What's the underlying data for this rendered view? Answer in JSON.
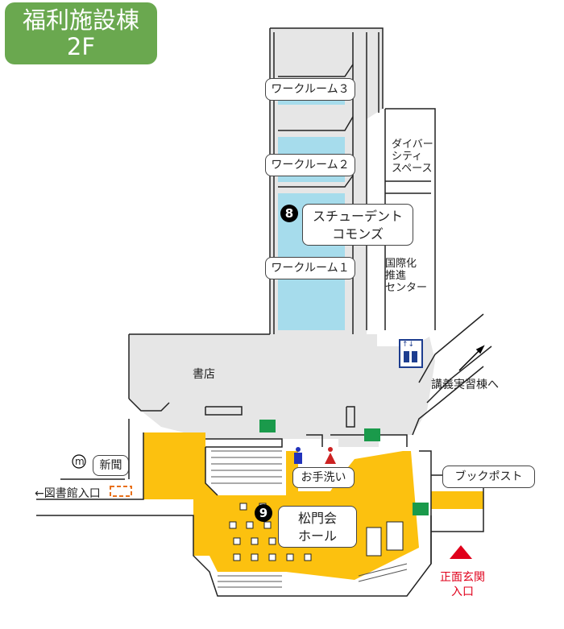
{
  "badge": {
    "building": "福利施設棟",
    "floor": "2F"
  },
  "rooms": {
    "work3": "ワークルーム３",
    "work2": "ワークルーム２",
    "work1": "ワークルーム１",
    "student_commons": [
      "スチューデント",
      "コモンズ"
    ],
    "diversity": [
      "ダイバー",
      "シティ",
      "スペース"
    ],
    "intl": [
      "国際化",
      "推進",
      "センター"
    ],
    "bookstore": "書店",
    "newspaper": "新聞",
    "restroom": "お手洗い",
    "hall": [
      "松門会",
      "ホール"
    ],
    "bookpost": "ブックポスト"
  },
  "markers": {
    "commons_number": "8",
    "hall_number": "9",
    "metro_symbol": "m"
  },
  "directions": {
    "to_lecture": "講義実習棟へ",
    "to_library": "←図書館入口",
    "main_entrance": [
      "正面玄関",
      "入口"
    ]
  },
  "colors": {
    "badge": "#6aa84f",
    "highlight": "#fcc10f",
    "work_room": "#a6dcec",
    "hall_floor": "#e6e6e6",
    "entrance_red": "#e0001b"
  },
  "icons": [
    "elevator-icon",
    "emergency-exit-icon",
    "restroom-male-icon",
    "restroom-female-icon",
    "entrance-triangle-icon"
  ]
}
